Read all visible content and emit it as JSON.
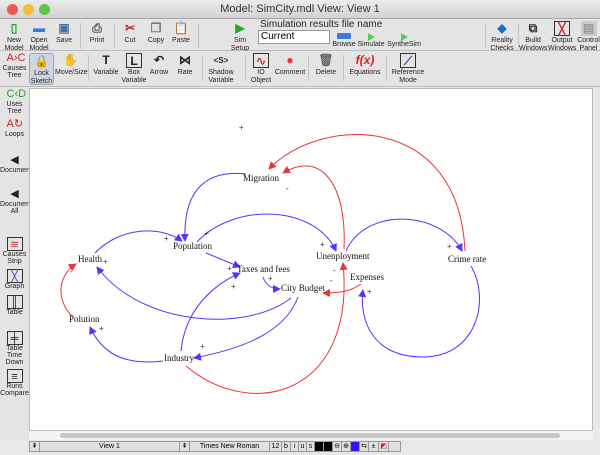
{
  "window": {
    "title": "Model: SimCity.mdl View: View 1"
  },
  "toolbar1": [
    {
      "label": "New Model",
      "icon": "new-model-icon"
    },
    {
      "label": "Open Model",
      "icon": "open-folder-icon"
    },
    {
      "label": "Save",
      "icon": "save-icon"
    },
    {
      "label": "Print",
      "icon": "printer-icon"
    },
    {
      "label": "Cut",
      "icon": "scissors-icon"
    },
    {
      "label": "Copy",
      "icon": "copy-icon"
    },
    {
      "label": "Paste",
      "icon": "paste-icon"
    },
    {
      "label": "Sim Setup",
      "icon": "sim-setup-icon"
    },
    {
      "label": "Browse",
      "icon": "folder-icon"
    },
    {
      "label": "Simulate",
      "icon": "play-icon"
    },
    {
      "label": "SyntheSim",
      "icon": "synthesim-icon"
    },
    {
      "label": "Reality Checks",
      "icon": "reality-check-icon"
    },
    {
      "label": "Build Windows",
      "icon": "build-windows-icon"
    },
    {
      "label": "Output Windows",
      "icon": "output-windows-icon"
    },
    {
      "label": "Control Panel",
      "icon": "control-panel-icon"
    }
  ],
  "simulation": {
    "label": "Simulation results file name",
    "run_name": "Current"
  },
  "toolbar2": [
    {
      "label": "Lock Sketch"
    },
    {
      "label": "Move/Size"
    },
    {
      "label": "Variable"
    },
    {
      "label": "Box Variable"
    },
    {
      "label": "Arrow"
    },
    {
      "label": "Rate"
    },
    {
      "label": "Shadow Variable"
    },
    {
      "label": "IO Object"
    },
    {
      "label": "Comment"
    },
    {
      "label": "Delete"
    },
    {
      "label": "Equations"
    },
    {
      "label": "Reference Mode"
    }
  ],
  "left_tools": [
    "Causes Tree",
    "Uses Tree",
    "Loops",
    "Document",
    "Document All",
    "Causes Strip",
    "Graph",
    "Table",
    "Table Time Down",
    "Runs Compare"
  ],
  "nodes": {
    "migration": "Migration",
    "population": "Population",
    "health": "Health",
    "taxes": "Taxes and fees",
    "budget": "City Budget",
    "unemployment": "Unenployment",
    "expenses": "Expenses",
    "crime": "Crime rate",
    "polution": "Polution",
    "industry": "Industry"
  },
  "polarities": {
    "plus": "+",
    "minus": "-"
  },
  "colors": {
    "positive_link": "#5533ff",
    "negative_link": "#ee3333"
  },
  "status": {
    "view": "View 1",
    "font": "Times New Roman",
    "size": "12",
    "bold": "b",
    "italic": "i",
    "underline": "u",
    "strike": "s"
  }
}
